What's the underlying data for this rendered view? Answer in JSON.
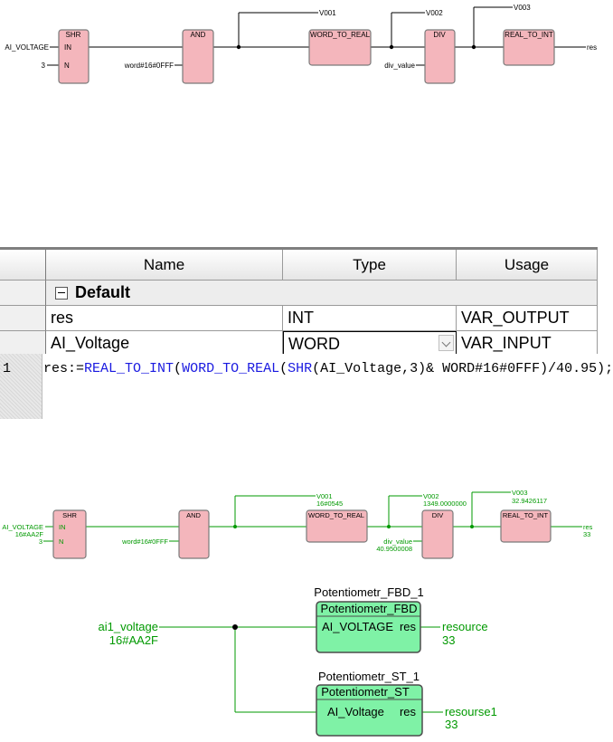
{
  "fbd_editor": {
    "inputs": {
      "ai_voltage": "AI_VOLTAGE",
      "shift": "3",
      "mask": "word#16#0FFF",
      "divisor": "div_value"
    },
    "blocks": {
      "shr": "SHR",
      "and": "AND",
      "word_to_real": "WORD_TO_REAL",
      "div": "DIV",
      "real_to_int": "REAL_TO_INT"
    },
    "pins": {
      "in": "IN",
      "n": "N"
    },
    "temps": {
      "v001": "V001",
      "v002": "V002",
      "v003": "V003"
    },
    "output": "res"
  },
  "variables_table": {
    "columns": [
      "Name",
      "Type",
      "Usage"
    ],
    "group": "Default",
    "rows": [
      {
        "name": "res",
        "type": "INT",
        "usage": "VAR_OUTPUT"
      },
      {
        "name": "AI_Voltage",
        "type": "WORD",
        "usage": "VAR_INPUT"
      }
    ]
  },
  "st_code": {
    "line_number": "1",
    "tokens": [
      {
        "text": "res:=",
        "kw": false
      },
      {
        "text": "REAL_TO_INT",
        "kw": true
      },
      {
        "text": "(",
        "kw": false
      },
      {
        "text": "WORD_TO_REAL",
        "kw": true
      },
      {
        "text": "(",
        "kw": false
      },
      {
        "text": "SHR",
        "kw": true
      },
      {
        "text": "(AI_Voltage,3)& WORD#16#0FFF)/40.95);",
        "kw": false
      }
    ]
  },
  "fbd_debug": {
    "inputs": {
      "ai_voltage": "AI_VOLTAGE",
      "ai_voltage_value": "16#AA2F",
      "shift": "3",
      "mask": "word#16#0FFF",
      "divisor": "div_value",
      "divisor_value": "40.9500008"
    },
    "blocks": {
      "shr": "SHR",
      "and": "AND",
      "word_to_real": "WORD_TO_REAL",
      "div": "DIV",
      "real_to_int": "REAL_TO_INT"
    },
    "pins": {
      "in": "IN",
      "n": "N"
    },
    "temps": {
      "v001": "V001",
      "v001_value": "16#0545",
      "v002": "V002",
      "v002_value": "1349.0000000",
      "v003": "V003",
      "v003_value": "32.9426117"
    },
    "output": "res",
    "output_value": "33"
  },
  "resource_view": {
    "input_name": "ai1_voltage",
    "input_value": "16#AA2F",
    "fb1": {
      "instance": "Potentiometr_FBD_1",
      "type": "Potentiometr_FBD",
      "in_pin": "AI_VOLTAGE",
      "out_pin": "res",
      "out_var": "resource",
      "out_value": "33"
    },
    "fb2": {
      "instance": "Potentiometr_ST_1",
      "type": "Potentiometr_ST",
      "in_pin": "AI_Voltage",
      "out_pin": "res",
      "out_var": "resourse1",
      "out_value": "33"
    }
  },
  "colors": {
    "block_fill": "#f4b6bc",
    "debug_green": "#009900",
    "resource_block_fill": "#7ff2a6",
    "keyword_blue": "#1a1ae0"
  }
}
